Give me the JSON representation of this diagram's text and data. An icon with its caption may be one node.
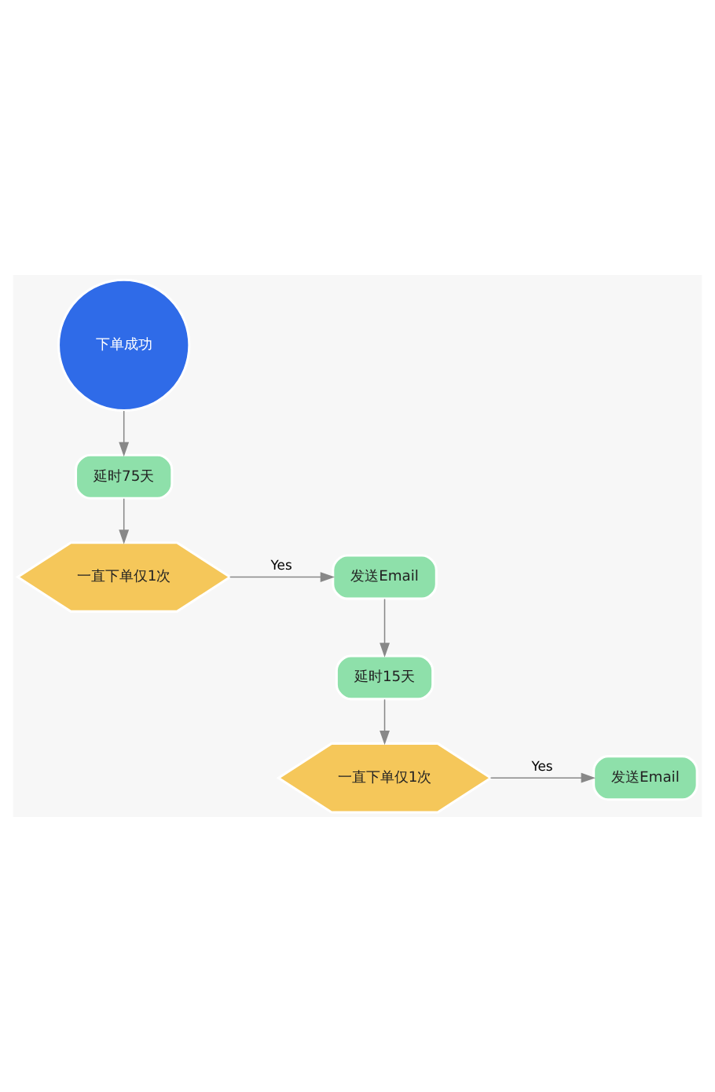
{
  "diagram": {
    "nodes": [
      {
        "text": [
          "下单成功"
        ]
      },
      {
        "text": [
          "延时75天"
        ]
      },
      {
        "text": [
          "一直下单仅1次"
        ]
      },
      {
        "text": [
          "发送Email"
        ]
      },
      {
        "text": [
          "延时15天"
        ]
      },
      {
        "text": [
          "一直下单仅1次"
        ]
      },
      {
        "text": [
          "发送Email"
        ]
      }
    ],
    "edges": [
      {
        "from": 0,
        "to": 1,
        "arrow": "to"
      },
      {
        "from": 1,
        "to": 2,
        "arrow": "to"
      },
      {
        "from": 2,
        "to": 3,
        "arrow": "to",
        "label": "Yes"
      },
      {
        "from": 3,
        "to": 4,
        "arrow": "to"
      },
      {
        "from": 4,
        "to": 5,
        "arrow": "to"
      },
      {
        "from": 5,
        "to": 6,
        "arrow": "to",
        "label": "Yes"
      }
    ]
  }
}
